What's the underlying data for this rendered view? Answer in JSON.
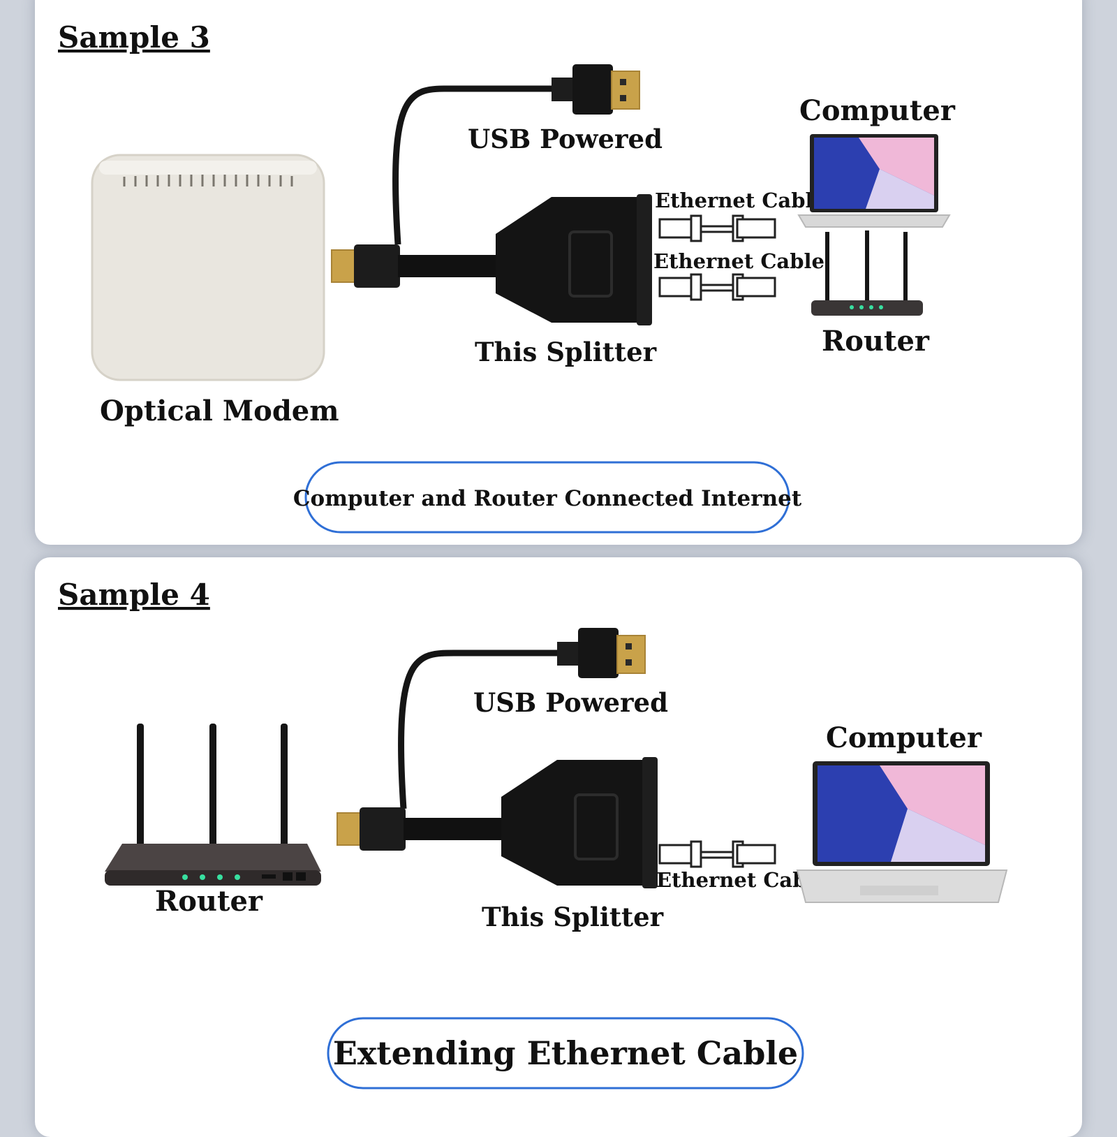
{
  "sample3": {
    "title": "Sample 3",
    "usb_label": "USB Powered",
    "splitter_label": "This Splitter",
    "modem_label": "Optical Modem",
    "computer_label": "Computer",
    "router_label": "Router",
    "cable_label_1": "Ethernet Cable",
    "cable_label_2": "Ethernet Cable",
    "caption": "Computer and Router Connected Internet"
  },
  "sample4": {
    "title": "Sample 4",
    "usb_label": "USB Powered",
    "splitter_label": "This Splitter",
    "router_label": "Router",
    "computer_label": "Computer",
    "cable_label": "Ethernet Cable",
    "caption": "Extending Ethernet Cable"
  },
  "colors": {
    "background": "#ced3dc",
    "panel": "#ffffff",
    "pill_border": "#2f6fd6",
    "modem": "#e9e6df",
    "laptop_screen": "#2c3fb0",
    "router_led": "#38e0a0"
  }
}
